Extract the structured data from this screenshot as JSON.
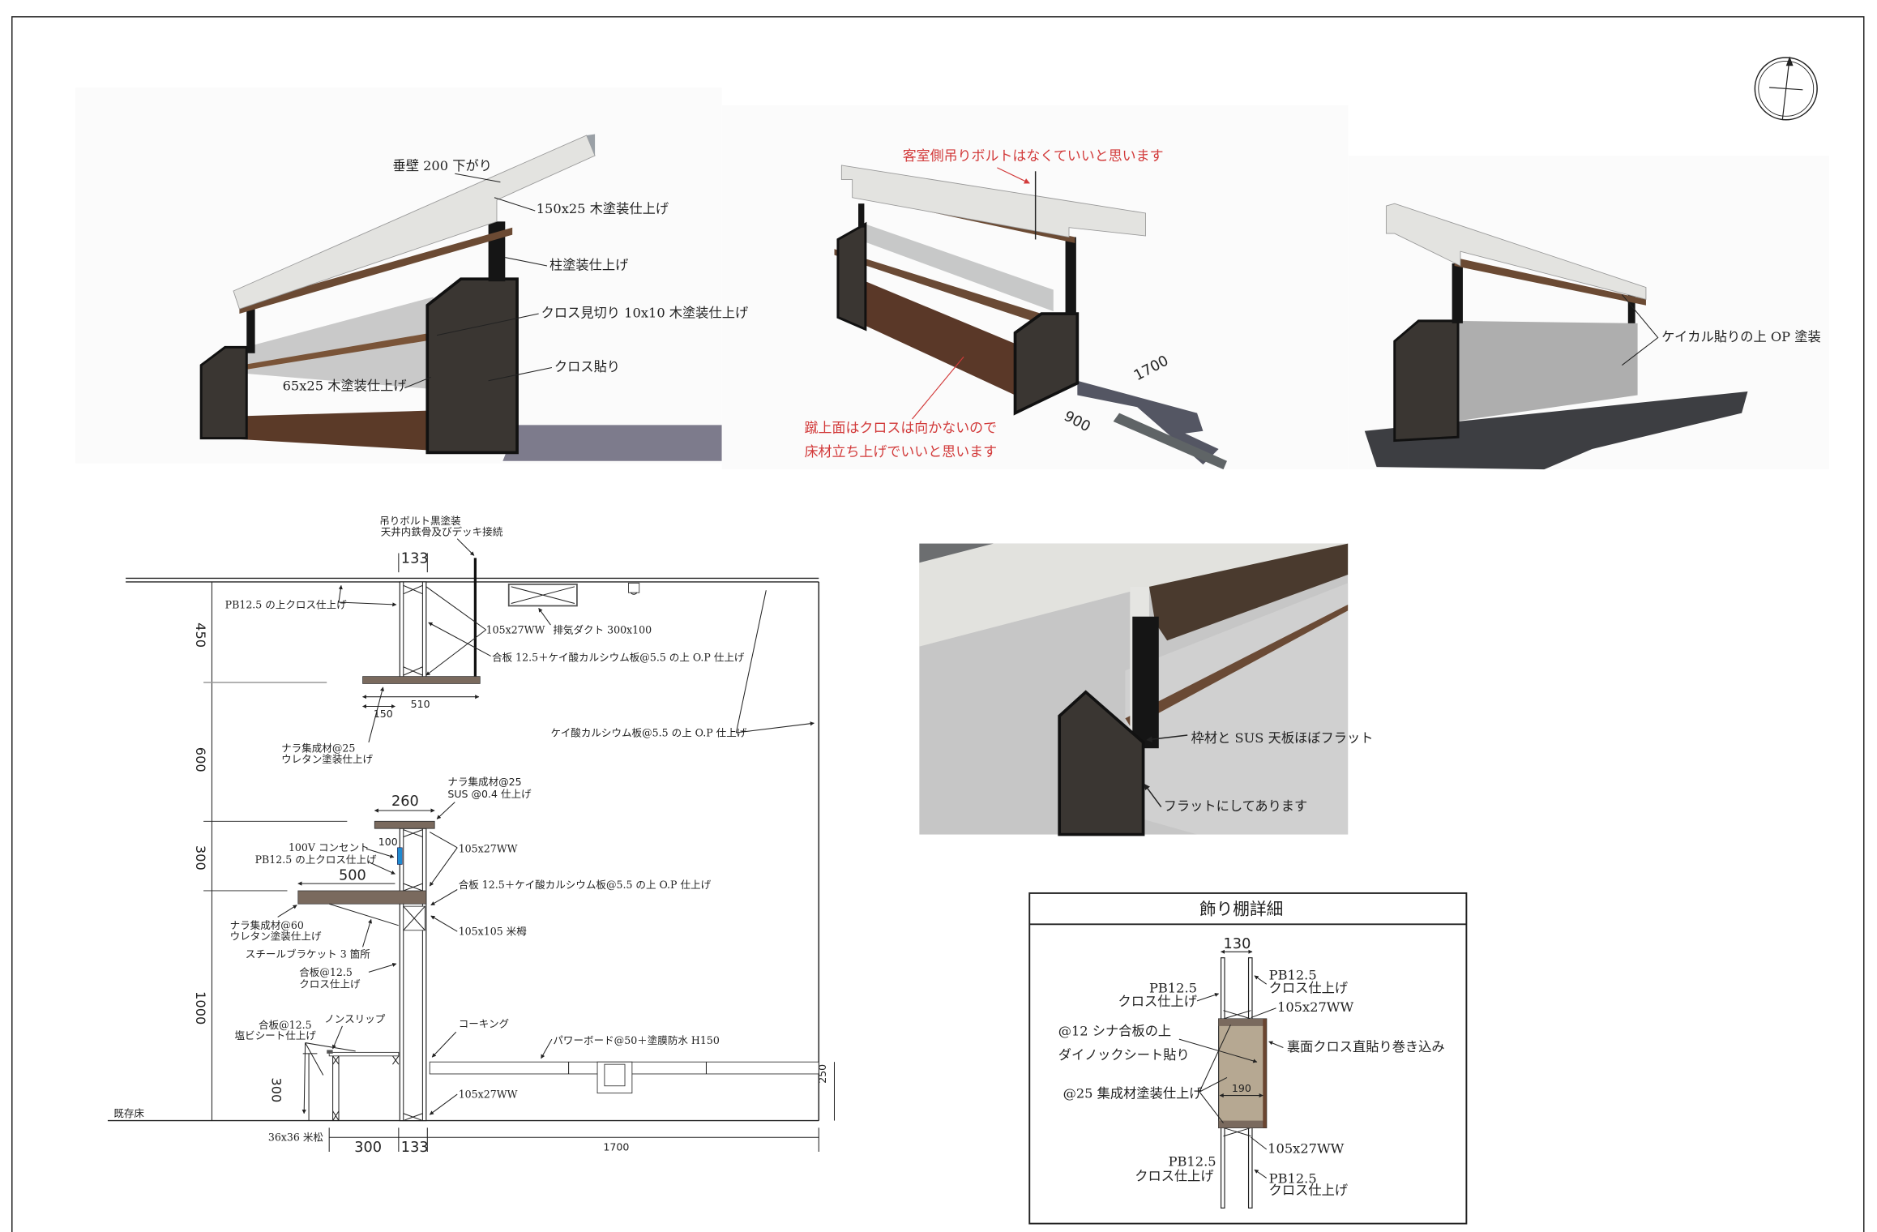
{
  "renders": {
    "view1": {
      "labels": [
        "垂壁 200 下がり",
        "150x25 木塗装仕上げ",
        "柱塗装仕上げ",
        "クロス見切り 10x10 木塗装仕上げ",
        "クロス貼り",
        "65x25 木塗装仕上げ"
      ]
    },
    "view2": {
      "comment_top": "客室側吊りボルトはなくていいと思います",
      "comment_bottom_1": "蹴上面はクロスは向かないので",
      "comment_bottom_2": "床材立ち上げでいいと思います",
      "dim_length": "1700",
      "dim_depth": "900"
    },
    "view3": {
      "label": "ケイカル貼りの上 OP 塗装"
    },
    "view4": {
      "label_1": "枠材と SUS 天板ほぼフラット",
      "label_2": "フラットにしてあります"
    }
  },
  "section": {
    "bolt_1": "吊りボルト黒塗装",
    "bolt_2": "天井内鉄骨及びデッキ接続",
    "dim_133_top": "133",
    "pb_ceiling": "PB12.5 の上クロス仕上げ",
    "ww_top": "105x27WW",
    "duct": "排気ダクト 300x100",
    "plywood_top": "合板 12.5＋ケイ酸カルシウム板@5.5 の上 O.P 仕上げ",
    "calcium_right": "ケイ酸カルシウム板@5.5 の上 O.P 仕上げ",
    "dim_510": "510",
    "dim_150": "150",
    "nara25_1": "ナラ集成材@25",
    "nara25_2": "ウレタン塗装仕上げ",
    "nara_sus_1": "ナラ集成材@25",
    "nara_sus_2": "SUS @0.4 仕上げ",
    "dim_260": "260",
    "dim_100": "100",
    "outlet_1": "100V コンセント",
    "outlet_2": "PB12.5 の上クロス仕上げ",
    "ww_mid": "105x27WW",
    "dim_500": "500",
    "plywood_mid": "合板 12.5＋ケイ酸カルシウム板@5.5 の上 O.P 仕上げ",
    "post_105": "105x105 米栂",
    "nara60_1": "ナラ集成材@60",
    "nara60_2": "ウレタン塗装仕上げ",
    "bracket": "スチールブラケット 3 箇所",
    "ply_cloth_1": "合板@12.5",
    "ply_cloth_2": "クロス仕上げ",
    "nonslip": "ノンスリップ",
    "ply_vinyl_1": "合板@12.5",
    "ply_vinyl_2": "塩ビシート仕上げ",
    "caulking": "コーキング",
    "powerboard": "パワーボード@50＋塗膜防水 H150",
    "ww_bottom": "105x27WW",
    "existing_floor": "既存床",
    "pine": "36x36 米松",
    "v_dims": [
      "450",
      "600",
      "300",
      "1000"
    ],
    "bench_h": "300",
    "right_h": "250",
    "bottom_dims": [
      "300",
      "133",
      "1700"
    ]
  },
  "detail": {
    "title": "飾り棚詳細",
    "dim_130": "130",
    "pb_left_top_1": "PB12.5",
    "pb_left_top_2": "クロス仕上げ",
    "pb_right_top_1": "PB12.5",
    "pb_right_top_2": "クロス仕上げ",
    "ww_top": "105x27WW",
    "shina_1": "@12 シナ合板の上",
    "shina_2": "ダイノックシート貼り",
    "back_cloth": "裏面クロス直貼り巻き込み",
    "laminated": "@25 集成材塗装仕上げ",
    "dim_190": "190",
    "ww_bottom": "105x27WW",
    "pb_left_bot_1": "PB12.5",
    "pb_left_bot_2": "クロス仕上げ",
    "pb_right_bot_1": "PB12.5",
    "pb_right_bot_2": "クロス仕上げ"
  },
  "colors": {
    "comment_red": "#d23a3a",
    "wood": "#7a6a5e",
    "panel_dark": "#3a3632",
    "outlet_blue": "#1f8ad0"
  }
}
